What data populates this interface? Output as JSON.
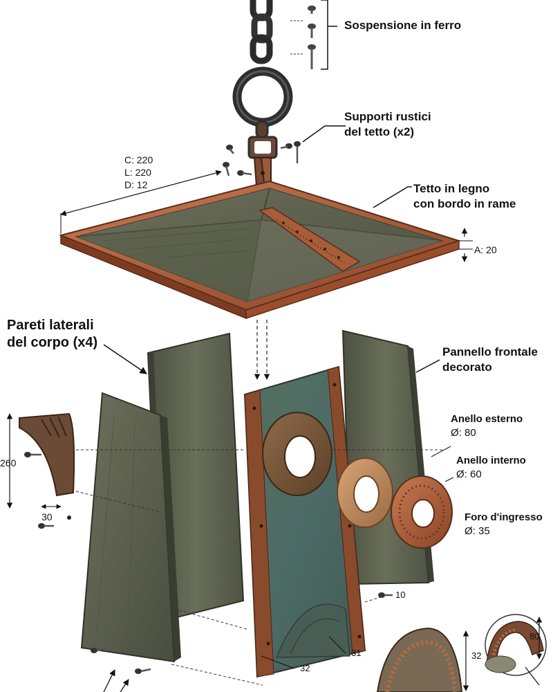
{
  "labels": {
    "suspension": "Sospensione in ferro",
    "supports_line1": "Supporti rustici",
    "supports_line2": "del tetto (x2)",
    "roof_line1": "Tetto in legno",
    "roof_line2": "con bordo in rame",
    "side_walls_line1": "Pareti laterali",
    "side_walls_line2": "del corpo (x4)",
    "front_panel_line1": "Pannello frontale",
    "front_panel_line2": "decorato",
    "outer_ring_title": "Anello esterno",
    "outer_ring_value": "Ø: 80",
    "inner_ring_title": "Anello interno",
    "inner_ring_value": "Ø: 60",
    "entry_hole_title": "Foro d'ingresso",
    "entry_hole_value": "Ø: 35"
  },
  "dimensions": {
    "roof_c": "C: 220",
    "roof_l": "L: 220",
    "roof_d": "D: 12",
    "roof_a": "A: 20",
    "bracket_height": "260",
    "bracket_width": "30",
    "screw_10": "10",
    "base_31": "31",
    "base_32a": "32",
    "base_32b": "32",
    "detail_80": "80"
  },
  "colors": {
    "wood_grey": "#5f6450",
    "wood_dark": "#3e4334",
    "copper": "#b8653e",
    "copper_dark": "#7d3c22",
    "iron": "#2e2e2e",
    "patina": "#5a7a6e"
  }
}
